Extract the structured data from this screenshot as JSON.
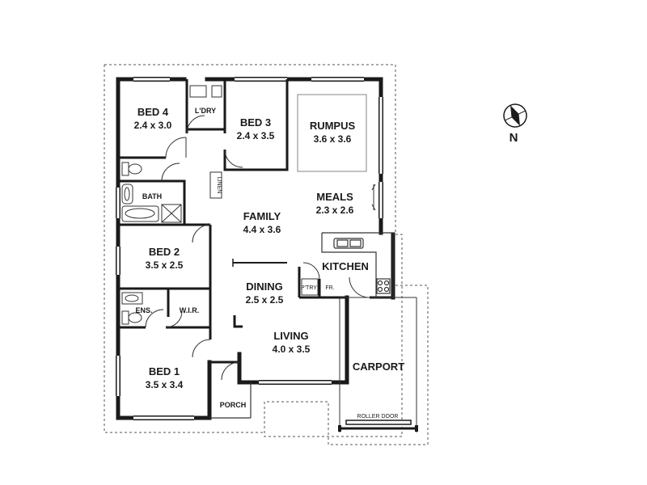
{
  "rooms": {
    "bed4": {
      "name": "BED 4",
      "dims": "2.4 x 3.0"
    },
    "laundry": {
      "name": "L'DRY"
    },
    "bed3": {
      "name": "BED 3",
      "dims": "2.4 x 3.5"
    },
    "rumpus": {
      "name": "RUMPUS",
      "dims": "3.6 x 3.6"
    },
    "bath": {
      "name": "BATH"
    },
    "linen": {
      "name": "LINEN"
    },
    "meals": {
      "name": "MEALS",
      "dims": "2.3 x 2.6"
    },
    "family": {
      "name": "FAMILY",
      "dims": "4.4 x 3.6"
    },
    "bed2": {
      "name": "BED 2",
      "dims": "3.5 x 2.5"
    },
    "kitchen": {
      "name": "KITCHEN"
    },
    "pantry": {
      "name": "P'TRY"
    },
    "fridge": {
      "name": "FR."
    },
    "dining": {
      "name": "DINING",
      "dims": "2.5 x 2.5"
    },
    "ensuite": {
      "name": "ENS."
    },
    "wir": {
      "name": "W.I.R."
    },
    "living": {
      "name": "LIVING",
      "dims": "4.0 x 3.5"
    },
    "carport": {
      "name": "CARPORT"
    },
    "bed1": {
      "name": "BED 1",
      "dims": "3.5 x 3.4"
    },
    "porch": {
      "name": "PORCH"
    },
    "roller_door": {
      "name": "ROLLER DOOR"
    }
  },
  "compass": {
    "label": "N"
  },
  "colors": {
    "wall": "#1a1a1a",
    "line": "#333333",
    "dash": "#555555"
  }
}
